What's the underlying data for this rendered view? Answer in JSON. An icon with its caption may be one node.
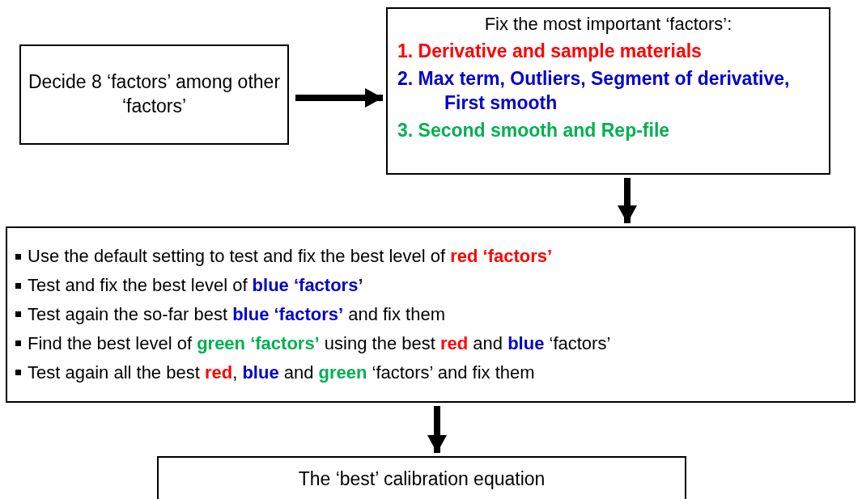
{
  "diagram": {
    "nodes": [
      {
        "text": [
          "Decide 8 ‘factors’ among other ‘factors’"
        ]
      },
      {
        "text": [
          "Fix the most important ‘factors’:",
          "1. Derivative and sample materials",
          "2. Max term, Outliers, Segment of derivative, First smooth",
          "3. Second smooth and Rep-file"
        ]
      },
      {
        "text": [
          "Use the default setting to test and fix the best level of **red ‘factors’**",
          "Test and fix the best level of **blue ‘factors’**",
          "Test again the so-far best **blue ‘factors’** and fix them",
          "Find the best level of **green ‘factors’** using the best **red** and **blue** ‘factors’",
          "Test again all the best **red**, **blue** and **green** ‘factors’ and fix them"
        ]
      },
      {
        "text": [
          "The ‘best’ calibration equation"
        ]
      }
    ],
    "edges": [
      {
        "from": 0,
        "to": 1,
        "arrow": "to"
      },
      {
        "from": 1,
        "to": 2,
        "arrow": "to"
      },
      {
        "from": 2,
        "to": 3,
        "arrow": "to"
      }
    ]
  }
}
